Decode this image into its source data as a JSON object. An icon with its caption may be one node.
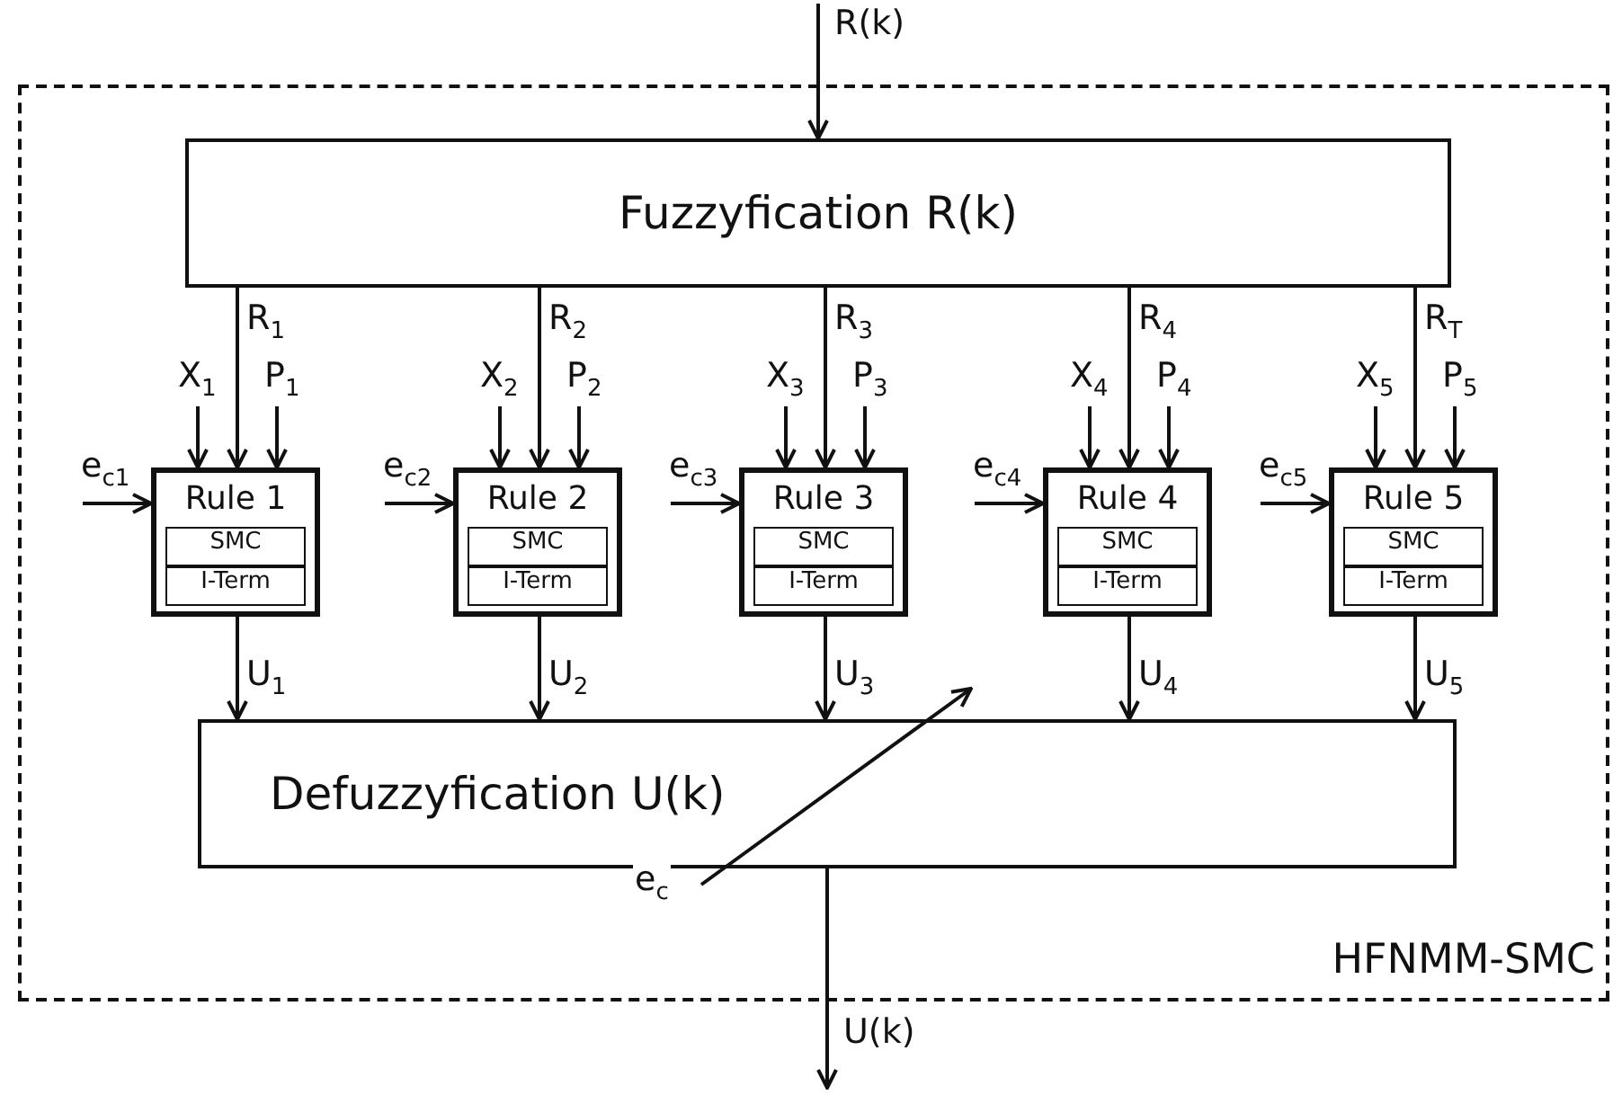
{
  "diagram": {
    "nodes": [
      {
        "text": [
          "HFNMM-SMC"
        ]
      },
      {
        "text": [
          "Fuzzyfication R(k)"
        ],
        "in": 0
      },
      {
        "text": [
          "Rule 1"
        ],
        "in": 0
      },
      {
        "text": [
          "SMC"
        ],
        "in": 2
      },
      {
        "text": [
          "I-Term"
        ],
        "in": 2
      },
      {
        "text": [
          "Rule 2"
        ],
        "in": 0
      },
      {
        "text": [
          "SMC"
        ],
        "in": 5
      },
      {
        "text": [
          "I-Term"
        ],
        "in": 5
      },
      {
        "text": [
          "Rule 3"
        ],
        "in": 0
      },
      {
        "text": [
          "SMC"
        ],
        "in": 8
      },
      {
        "text": [
          "I-Term"
        ],
        "in": 8
      },
      {
        "text": [
          "Rule 4"
        ],
        "in": 0
      },
      {
        "text": [
          "SMC"
        ],
        "in": 11
      },
      {
        "text": [
          "I-Term"
        ],
        "in": 11
      },
      {
        "text": [
          "Rule 5"
        ],
        "in": 0
      },
      {
        "text": [
          "SMC"
        ],
        "in": 14
      },
      {
        "text": [
          "I-Term"
        ],
        "in": 14
      },
      {
        "text": [
          "Defuzzyfication U(k)"
        ],
        "in": 0
      }
    ],
    "edges": [
      {
        "from": null,
        "to": 1,
        "arrow": "to",
        "label": "R(k)"
      },
      {
        "from": null,
        "to": 2,
        "arrow": "to",
        "label": "X$_{1}$"
      },
      {
        "from": 1,
        "to": 2,
        "arrow": "to",
        "label": "R$_{1}$"
      },
      {
        "from": null,
        "to": 2,
        "arrow": "to",
        "label": "P$_{1}$"
      },
      {
        "from": null,
        "to": 2,
        "arrow": "to",
        "label": "e$_{c1}$"
      },
      {
        "from": 2,
        "to": 17,
        "arrow": "to",
        "label": "U$_{1}$"
      },
      {
        "from": null,
        "to": 5,
        "arrow": "to",
        "label": "X$_{2}$"
      },
      {
        "from": 1,
        "to": 5,
        "arrow": "to",
        "label": "R$_{2}$"
      },
      {
        "from": null,
        "to": 5,
        "arrow": "to",
        "label": "P$_{2}$"
      },
      {
        "from": null,
        "to": 5,
        "arrow": "to",
        "label": "e$_{c2}$"
      },
      {
        "from": 5,
        "to": 17,
        "arrow": "to",
        "label": "U$_{2}$"
      },
      {
        "from": null,
        "to": 8,
        "arrow": "to",
        "label": "X$_{3}$"
      },
      {
        "from": 1,
        "to": 8,
        "arrow": "to",
        "label": "R$_{3}$"
      },
      {
        "from": null,
        "to": 8,
        "arrow": "to",
        "label": "P$_{3}$"
      },
      {
        "from": null,
        "to": 8,
        "arrow": "to",
        "label": "e$_{c3}$"
      },
      {
        "from": 8,
        "to": 17,
        "arrow": "to",
        "label": "U$_{3}$"
      },
      {
        "from": null,
        "to": 11,
        "arrow": "to",
        "label": "X$_{4}$"
      },
      {
        "from": 1,
        "to": 11,
        "arrow": "to",
        "label": "R$_{4}$"
      },
      {
        "from": null,
        "to": 11,
        "arrow": "to",
        "label": "P$_{4}$"
      },
      {
        "from": null,
        "to": 11,
        "arrow": "to",
        "label": "e$_{c4}$"
      },
      {
        "from": 11,
        "to": 17,
        "arrow": "to",
        "label": "U$_{4}$"
      },
      {
        "from": null,
        "to": 14,
        "arrow": "to",
        "label": "X$_{5}$"
      },
      {
        "from": 1,
        "to": 14,
        "arrow": "to",
        "label": "R$_{T}$"
      },
      {
        "from": null,
        "to": 14,
        "arrow": "to",
        "label": "P$_{5}$"
      },
      {
        "from": null,
        "to": 14,
        "arrow": "to",
        "label": "e$_{c5}$"
      },
      {
        "from": 14,
        "to": 17,
        "arrow": "to",
        "label": "U$_{5}$"
      },
      {
        "from": 17,
        "to": null,
        "arrow": "to",
        "label": "U(k)"
      }
    ],
    "labels": [
      "e$_{c}$"
    ]
  }
}
